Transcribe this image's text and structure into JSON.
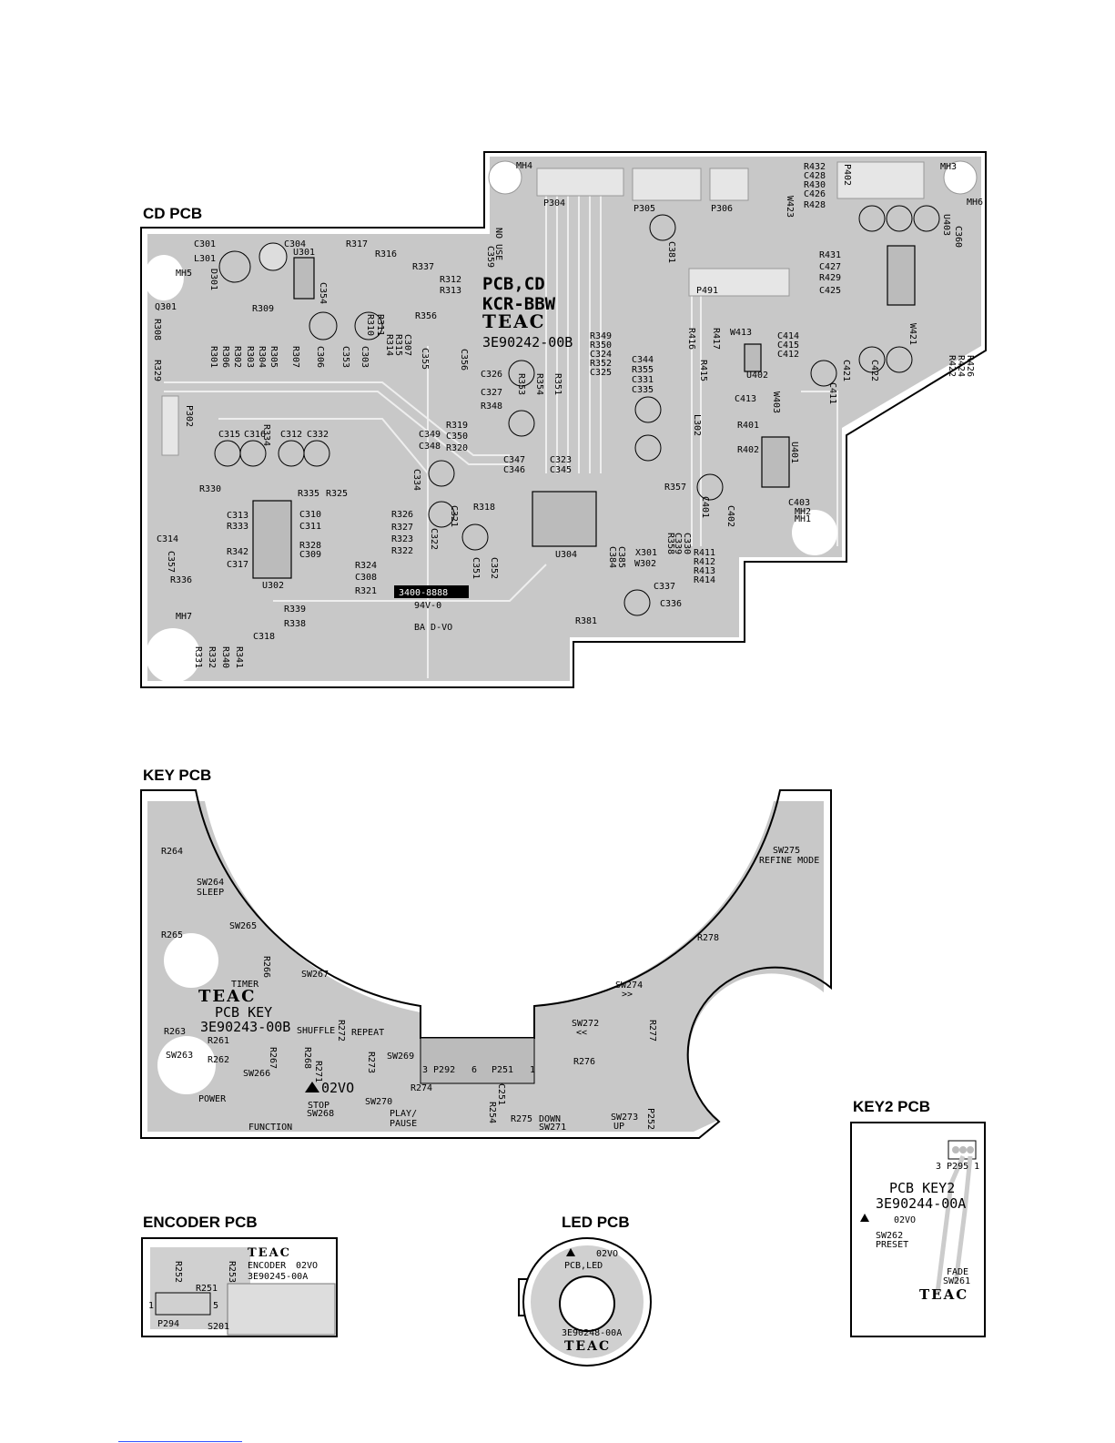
{
  "sections": {
    "cd": "CD PCB",
    "key": "KEY PCB",
    "key2": "KEY2 PCB",
    "encoder": "ENCODER PCB",
    "led": "LED PCB"
  },
  "cd_pcb": {
    "name": "PCB,CD",
    "model": "KCR-BBW",
    "brand": "TEAC",
    "part_no": "3E90242-00B",
    "marking": "3400-8888",
    "marking2": "94V-0",
    "marking3": "BA D-VO",
    "labels": [
      "C301",
      "L301",
      "MH5",
      "D301",
      "Q301",
      "R308",
      "R329",
      "C304",
      "U301",
      "C354",
      "R309",
      "R301",
      "R306",
      "R302",
      "R303",
      "R304",
      "R305",
      "R307",
      "C306",
      "C353",
      "C303",
      "R317",
      "R316",
      "R337",
      "R312",
      "R313",
      "R356",
      "R310",
      "R311",
      "C307",
      "R315",
      "R314",
      "C355",
      "C356",
      "MH4",
      "P304",
      "P305",
      "P306",
      "C359",
      "NO USE",
      "C381",
      "R432",
      "C428",
      "R430",
      "C426",
      "R428",
      "P402",
      "W423",
      "MH3",
      "MH6",
      "U403",
      "C360",
      "R431",
      "C427",
      "R429",
      "C425",
      "P491",
      "R349",
      "R350",
      "C324",
      "R352",
      "C325",
      "C326",
      "C327",
      "R348",
      "R353",
      "R354",
      "R351",
      "C344",
      "R355",
      "C331",
      "C335",
      "P302",
      "C315",
      "C316",
      "C312",
      "C332",
      "R334",
      "R330",
      "C313",
      "R333",
      "C314",
      "C357",
      "R342",
      "C317",
      "R336",
      "U302",
      "R335",
      "R325",
      "C310",
      "C311",
      "R328",
      "C309",
      "R326",
      "R327",
      "R323",
      "R322",
      "R324",
      "C308",
      "R321",
      "R339",
      "R338",
      "MH7",
      "C318",
      "R331",
      "R332",
      "R340",
      "R341",
      "R319",
      "C350",
      "R320",
      "C349",
      "C348",
      "C334",
      "R318",
      "C347",
      "C346",
      "C323",
      "C345",
      "C321",
      "C322",
      "C351",
      "C352",
      "U304",
      "X301",
      "W302",
      "C384",
      "C385",
      "C337",
      "C336",
      "R381",
      "R357",
      "L302",
      "R401",
      "R402",
      "U401",
      "C401",
      "C402",
      "C403",
      "MH2",
      "MH1",
      "R411",
      "R412",
      "R413",
      "R414",
      "C330",
      "C339",
      "R358",
      "W413",
      "R417",
      "R416",
      "R415",
      "C413",
      "U402",
      "C414",
      "C415",
      "C412",
      "W403",
      "C411",
      "C421",
      "C422",
      "R426",
      "R424",
      "R422",
      "W421"
    ]
  },
  "key_pcb": {
    "brand": "TEAC",
    "name": "PCB KEY",
    "part_no": "3E90243-00B",
    "rev": "02VO",
    "labels": [
      "R264",
      "SW264",
      "SLEEP",
      "R265",
      "SW265",
      "R266",
      "TIMER",
      "SW267",
      "SHUFFLE",
      "R272",
      "REPEAT",
      "R263",
      "SW263",
      "R261",
      "R262",
      "SW266",
      "R267",
      "R268",
      "R271",
      "R273",
      "SW269",
      "POWER",
      "FUNCTION",
      "STOP",
      "SW268",
      "SW270",
      "PLAY/",
      "PAUSE",
      "R274",
      "3 P292",
      "6",
      "P251",
      "1",
      "C251",
      "R254",
      "R275",
      "DOWN",
      "SW271",
      "SW272",
      "<<",
      "R276",
      "SW274",
      ">>",
      "R277",
      "SW273",
      "UP",
      "P252",
      "SW275",
      "REFINE MODE",
      "R278"
    ]
  },
  "key2_pcb": {
    "connector": "3 P295 1",
    "name": "PCB KEY2",
    "part_no": "3E90244-00A",
    "rev": "02VO",
    "sw262": "SW262",
    "preset": "PRESET",
    "fade": "FADE",
    "sw261": "SW261",
    "brand": "TEAC"
  },
  "encoder_pcb": {
    "brand": "TEAC",
    "name": "ENCODER",
    "rev": "02VO",
    "part_no": "3E90245-00A",
    "labels": [
      "R252",
      "R253",
      "R251",
      "1",
      "5",
      "P294",
      "S201"
    ]
  },
  "led_pcb": {
    "rev": "02VO",
    "name": "PCB,LED",
    "part_no": "3E90248-00A",
    "brand": "TEAC"
  }
}
